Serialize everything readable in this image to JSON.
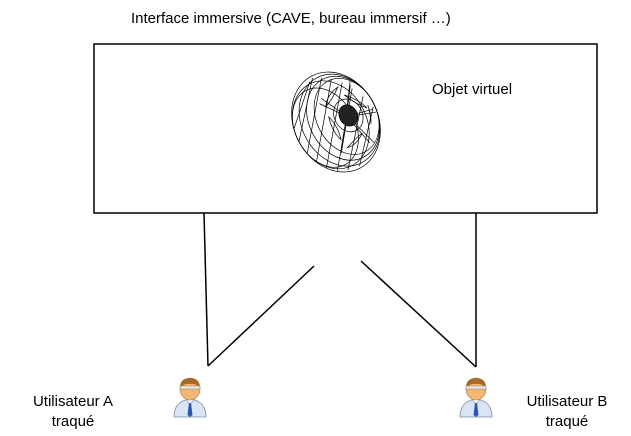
{
  "title": "Interface immersive (CAVE, bureau immersif …)",
  "object_label": "Objet virtuel",
  "users": [
    {
      "line1": "Utilisateur A",
      "line2": "traqué"
    },
    {
      "line1": "Utilisateur B",
      "line2": "traqué"
    }
  ],
  "colors": {
    "line": "#000000",
    "skin": "#f2b774",
    "hair": "#a86a2a",
    "shirt": "#d9e4f5",
    "tie": "#2b55b8"
  },
  "icons": {
    "object": "wheel-rim-wireframe-icon",
    "user": "person-icon"
  }
}
